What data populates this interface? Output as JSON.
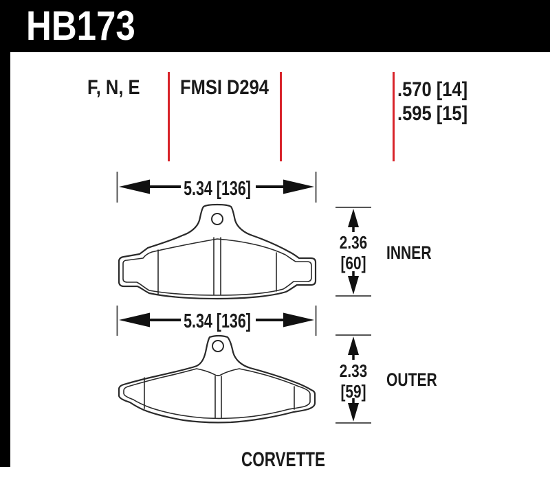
{
  "part": {
    "number": "HB173"
  },
  "specs": {
    "compound_codes": "F, N, E",
    "fmsi_number": "FMSI D294",
    "thickness_line1": ".570 [14]",
    "thickness_line2": ".595 [15]"
  },
  "dimensions": {
    "inner_width": "5.34 [136]",
    "outer_width": "5.34 [136]",
    "inner_height_in": "2.36",
    "inner_height_mm": "[60]",
    "outer_height_in": "2.33",
    "outer_height_mm": "[59]",
    "inner_label": "INNER",
    "outer_label": "OUTER"
  },
  "vehicle": "CORVETTE",
  "colors": {
    "header_bg": "#000000",
    "divider_red": "#d8232a",
    "line_black": "#1a1a1a",
    "tick_gray": "#555555"
  }
}
